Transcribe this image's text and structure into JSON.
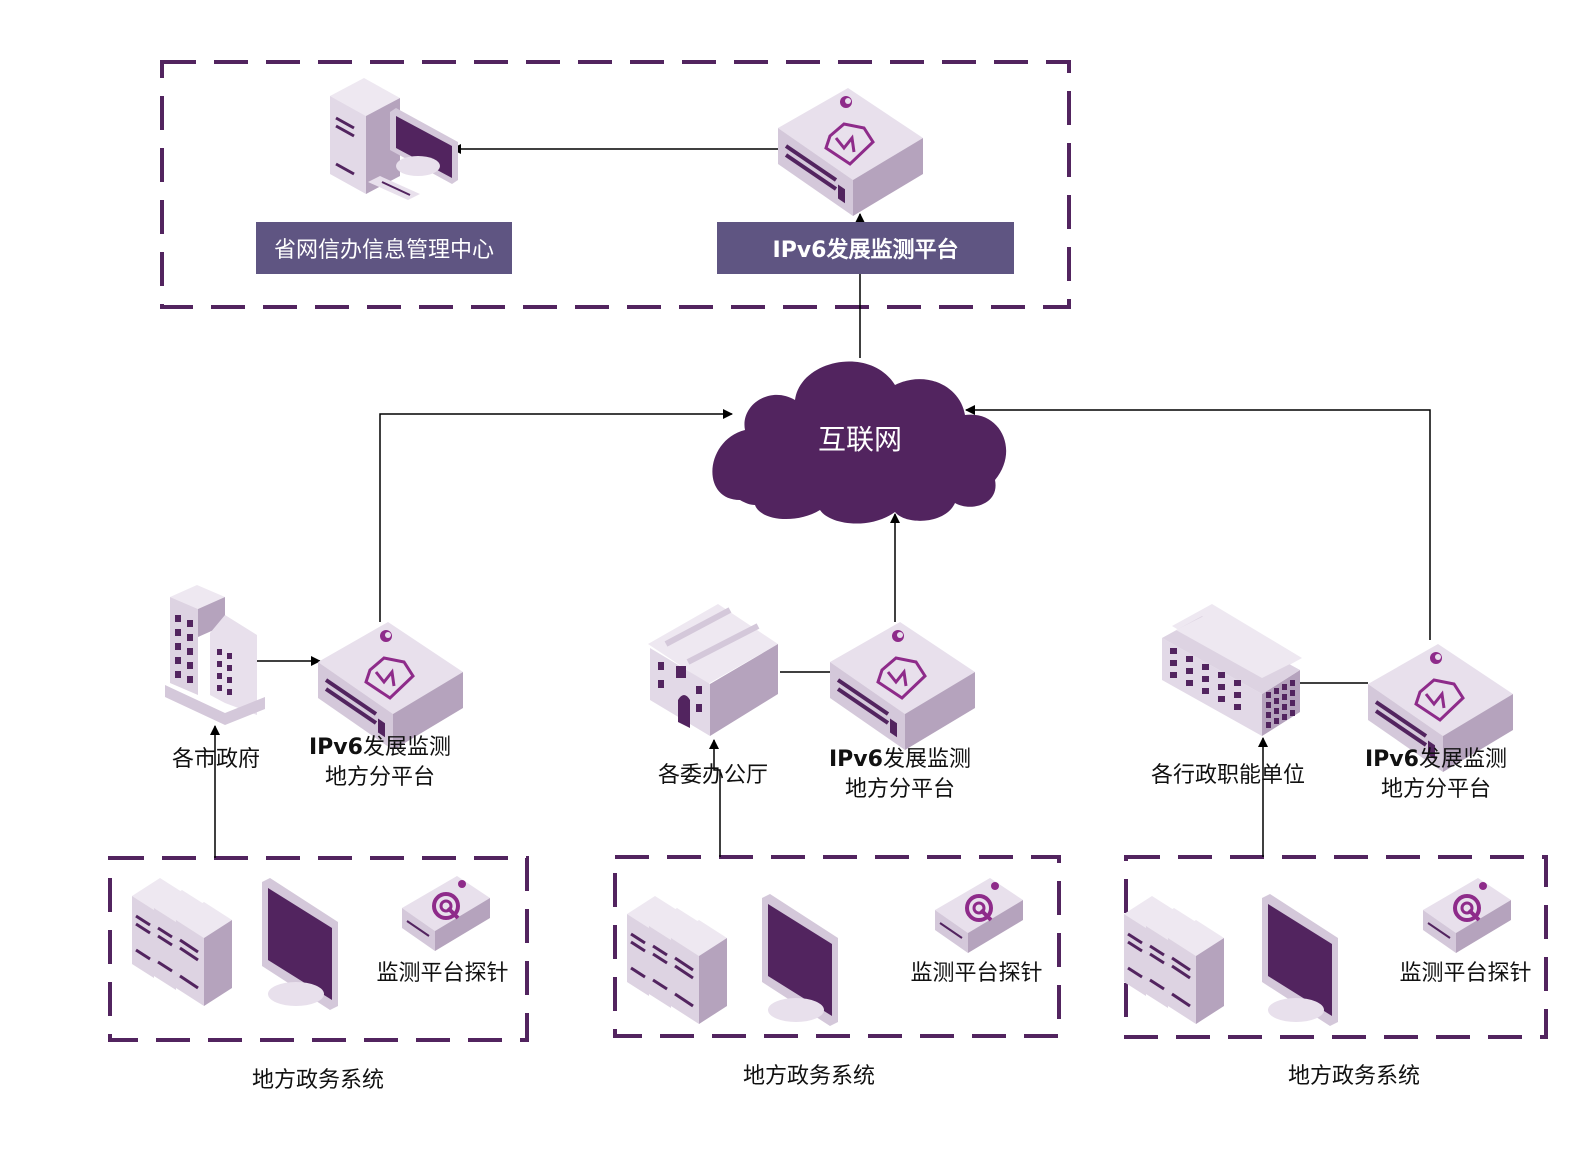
{
  "colors": {
    "primary": "#52245f",
    "banner": "#5f5582",
    "device_light": "#e8e0ec",
    "device_mid": "#d4c8da",
    "device_dark": "#b5a3bd",
    "line": "#000000"
  },
  "top_group": {
    "center_label": "省网信办信息管理中心",
    "platform_label": "IPv6发展监测平台"
  },
  "internet": {
    "label": "互联网"
  },
  "branches": [
    {
      "org_label": "各市政府",
      "subplatform_line1_prefix": "IPv6",
      "subplatform_line1_suffix": "发展监测",
      "subplatform_line2": "地方分平台",
      "probe_label": "监测平台探针",
      "group_label": "地方政务系统"
    },
    {
      "org_label": "各委办公厅",
      "subplatform_line1_prefix": "IPv6",
      "subplatform_line1_suffix": "发展监测",
      "subplatform_line2": "地方分平台",
      "probe_label": "监测平台探针",
      "group_label": "地方政务系统"
    },
    {
      "org_label": "各行政职能单位",
      "subplatform_line1_prefix": "IPv6",
      "subplatform_line1_suffix": "发展监测",
      "subplatform_line2": "地方分平台",
      "probe_label": "监测平台探针",
      "group_label": "地方政务系统"
    }
  ]
}
